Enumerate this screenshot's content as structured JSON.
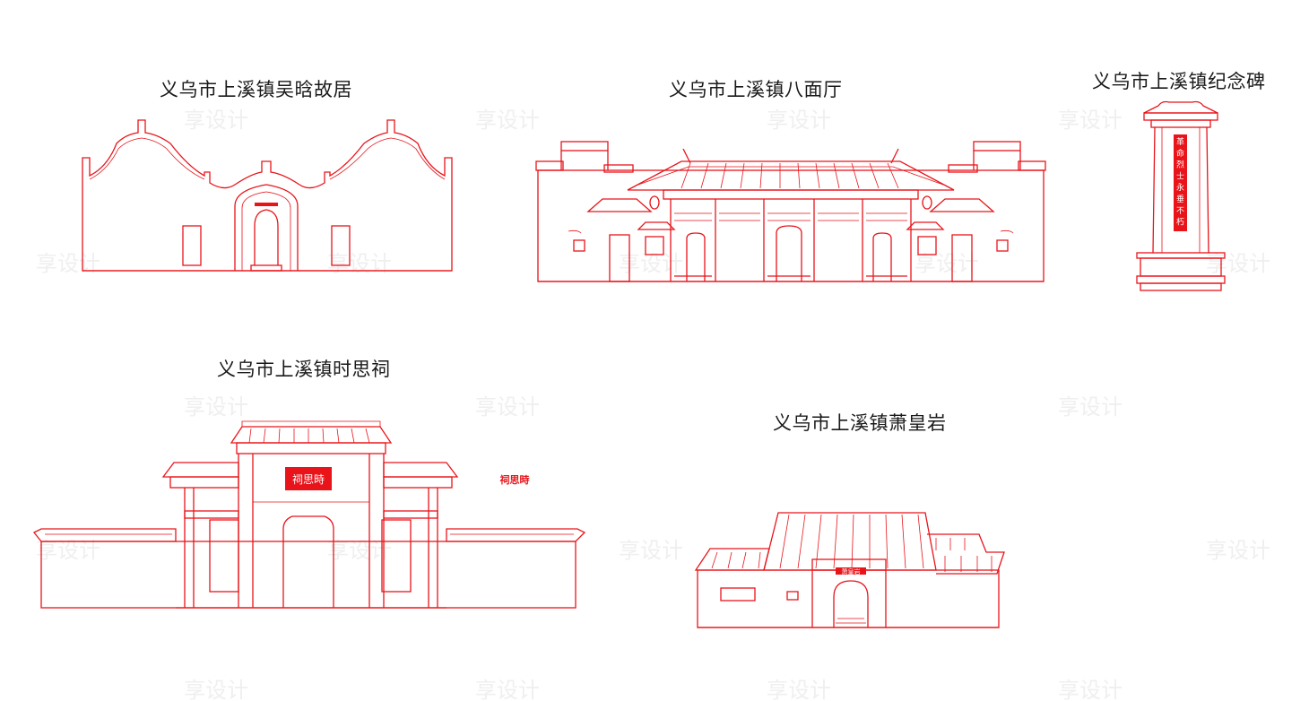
{
  "captions": {
    "wu_han_residence": "义乌市上溪镇吴晗故居",
    "bamian_hall": "义乌市上溪镇八面厅",
    "memorial": "义乌市上溪镇纪念碑",
    "shisi_shrine": "义乌市上溪镇时思祠",
    "xiaohuang_rock": "义乌市上溪镇萧皇岩"
  },
  "memorial_inscription": "革命烈士永垂不朽",
  "shrine_plaque": "祠思時",
  "shrine_side_label": "祠思時",
  "xiaohuang_plaque": "萧皇岩",
  "watermark": "享设计",
  "colors": {
    "line": "#e8141a",
    "caption": "#1a1a1a",
    "background": "#ffffff"
  }
}
